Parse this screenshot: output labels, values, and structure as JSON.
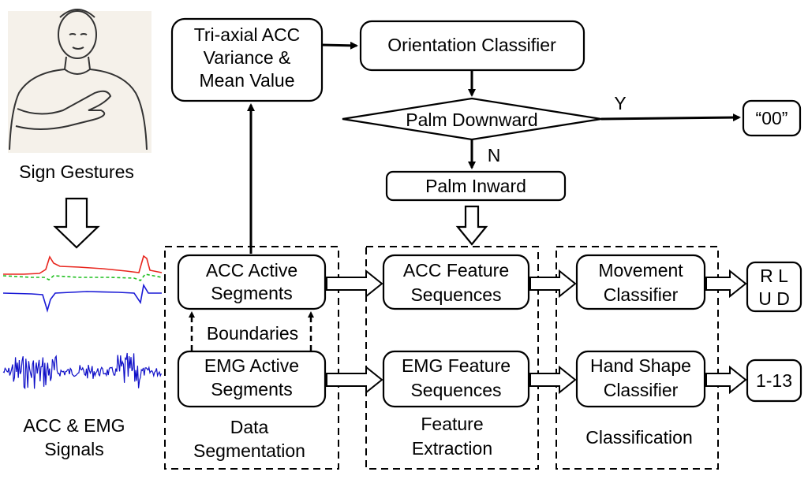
{
  "input": {
    "sign_gestures_label": "Sign Gestures",
    "signals_label_line1": "ACC & EMG",
    "signals_label_line2": "Signals"
  },
  "boxes": {
    "tri_axial_line1": "Tri-axial ACC",
    "tri_axial_line2": "Variance &",
    "tri_axial_line3": "Mean Value",
    "orientation_classifier": "Orientation Classifier",
    "palm_downward": "Palm Downward",
    "palm_inward": "Palm  Inward",
    "output_00": "“00”",
    "acc_active_line1": "ACC Active",
    "acc_active_line2": "Segments",
    "emg_active_line1": "EMG Active",
    "emg_active_line2": "Segments",
    "boundaries": "Boundaries",
    "acc_feature_line1": "ACC Feature",
    "acc_feature_line2": "Sequences",
    "emg_feature_line1": "EMG Feature",
    "emg_feature_line2": "Sequences",
    "movement_line1": "Movement",
    "movement_line2": "Classifier",
    "handshape_line1": "Hand Shape",
    "handshape_line2": "Classifier",
    "output_rlud_line1": "R L",
    "output_rlud_line2": "U D",
    "output_113": "1-13"
  },
  "branches": {
    "yes": "Y",
    "no": "N"
  },
  "groups": {
    "data_segmentation_line1": "Data",
    "data_segmentation_line2": "Segmentation",
    "feature_extraction_line1": "Feature",
    "feature_extraction_line2": "Extraction",
    "classification": "Classification"
  },
  "colors": {
    "acc_red": "#e8261e",
    "acc_green": "#1fbf1f",
    "acc_blue": "#1a1ad6",
    "emg_blue": "#1010c8",
    "photo_bg": "#f5f1ea"
  }
}
